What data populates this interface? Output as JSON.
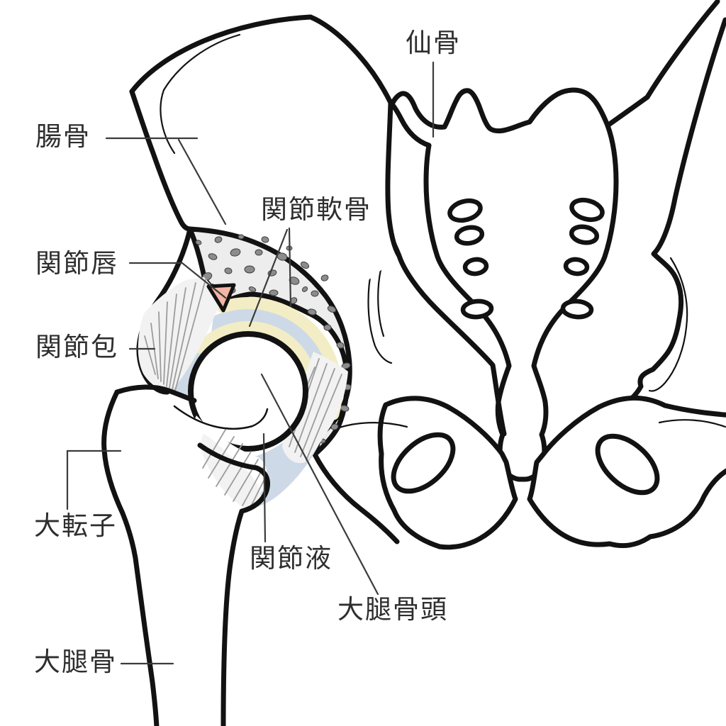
{
  "diagram": {
    "subject": "hip joint cross-section with pelvis front view",
    "language": "ja"
  },
  "labels": [
    {
      "id": "ilium",
      "text": "腸骨"
    },
    {
      "id": "sacrum",
      "text": "仙骨"
    },
    {
      "id": "articular-cartilage",
      "text": "関節軟骨"
    },
    {
      "id": "acetabular-labrum",
      "text": "関節唇"
    },
    {
      "id": "joint-capsule",
      "text": "関節包"
    },
    {
      "id": "greater-trochanter",
      "text": "大転子"
    },
    {
      "id": "synovial-fluid",
      "text": "関節液"
    },
    {
      "id": "femoral-head",
      "text": "大腿骨頭"
    },
    {
      "id": "femur",
      "text": "大腿骨"
    }
  ],
  "colors": {
    "outline": "#121212",
    "label": "#2e2e2e",
    "leader": "#3b3b3b",
    "bone": "#ffffff",
    "section": "#ededed",
    "stipple": "#8c8c8c",
    "fluid": "#cdd9e6",
    "cartilage": "#f2edc5",
    "labrum": "#f3b5a5",
    "capsule": "#f2f2f2",
    "striation": "#9c9c9c",
    "bg": "#ffffff"
  }
}
